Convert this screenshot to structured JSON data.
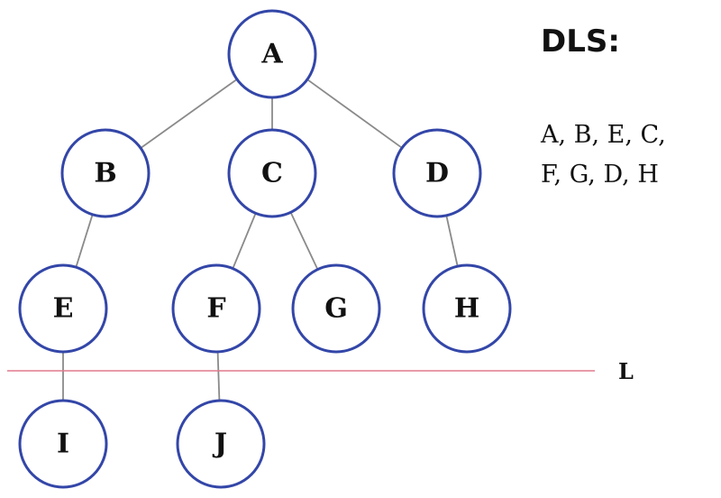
{
  "title": "DLS:",
  "order_lines": [
    "A, B, E, C,",
    "F, G, D, H"
  ],
  "limit_label": "L",
  "colors": {
    "node_stroke": "#3346a8",
    "edge": "#8a8a8a",
    "limit_line": "#e07a8e"
  },
  "nodes": {
    "A": "A",
    "B": "B",
    "C": "C",
    "D": "D",
    "E": "E",
    "F": "F",
    "G": "G",
    "H": "H",
    "I": "I",
    "J": "J"
  },
  "edges": [
    [
      "A",
      "B"
    ],
    [
      "A",
      "C"
    ],
    [
      "A",
      "D"
    ],
    [
      "B",
      "E"
    ],
    [
      "C",
      "F"
    ],
    [
      "C",
      "G"
    ],
    [
      "D",
      "H"
    ],
    [
      "E",
      "I"
    ],
    [
      "F",
      "J"
    ]
  ]
}
